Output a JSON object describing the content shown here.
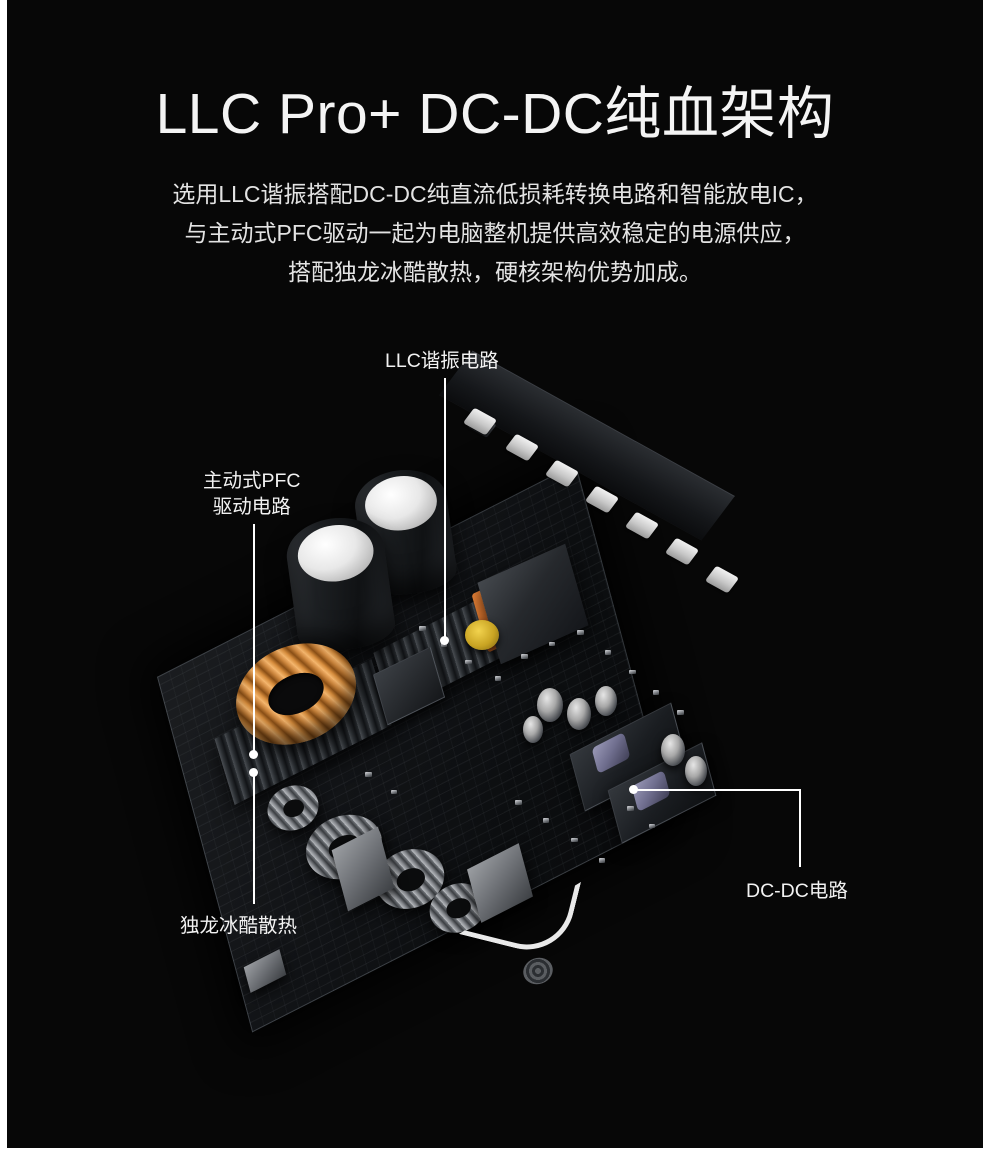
{
  "page": {
    "background_color": "#070707",
    "text_color": "#f2f2f2",
    "accent_color": "#ffffff"
  },
  "header": {
    "headline": "LLC Pro+ DC-DC纯血架构",
    "subtitle_lines": [
      "选用LLC谐振搭配DC-DC纯直流低损耗转换电路和智能放电IC，",
      "与主动式PFC驱动一起为电脑整机提供高效稳定的电源供应，",
      "搭配独龙冰酷散热，硬核架构优势加成。"
    ]
  },
  "annotations": [
    {
      "id": "llc-resonant",
      "label": "LLC谐振电路",
      "lines": [
        "LLC谐振电路"
      ],
      "position": "top-center",
      "leader": "vertical-down"
    },
    {
      "id": "active-pfc",
      "label": "主动式PFC驱动电路",
      "lines": [
        "主动式PFC",
        "驱动电路"
      ],
      "position": "left-upper",
      "leader": "vertical-down"
    },
    {
      "id": "cooling",
      "label": "独龙冰酷散热",
      "lines": [
        "独龙冰酷散热"
      ],
      "position": "left-lower",
      "leader": "vertical-up"
    },
    {
      "id": "dc-dc",
      "label": "DC-DC电路",
      "lines": [
        "DC-DC电路"
      ],
      "position": "right-lower",
      "leader": "elbow-left-up"
    }
  ],
  "product_image": {
    "subject": "power-supply-pcb",
    "view": "isometric",
    "components": [
      "large-electrolytic-capacitors",
      "copper-toroidal-inductor",
      "finned-aluminum-heatsink",
      "main-transformer",
      "dc-dc-daughterboards",
      "white-connector-headers",
      "filter-inductors",
      "white-wire"
    ]
  }
}
